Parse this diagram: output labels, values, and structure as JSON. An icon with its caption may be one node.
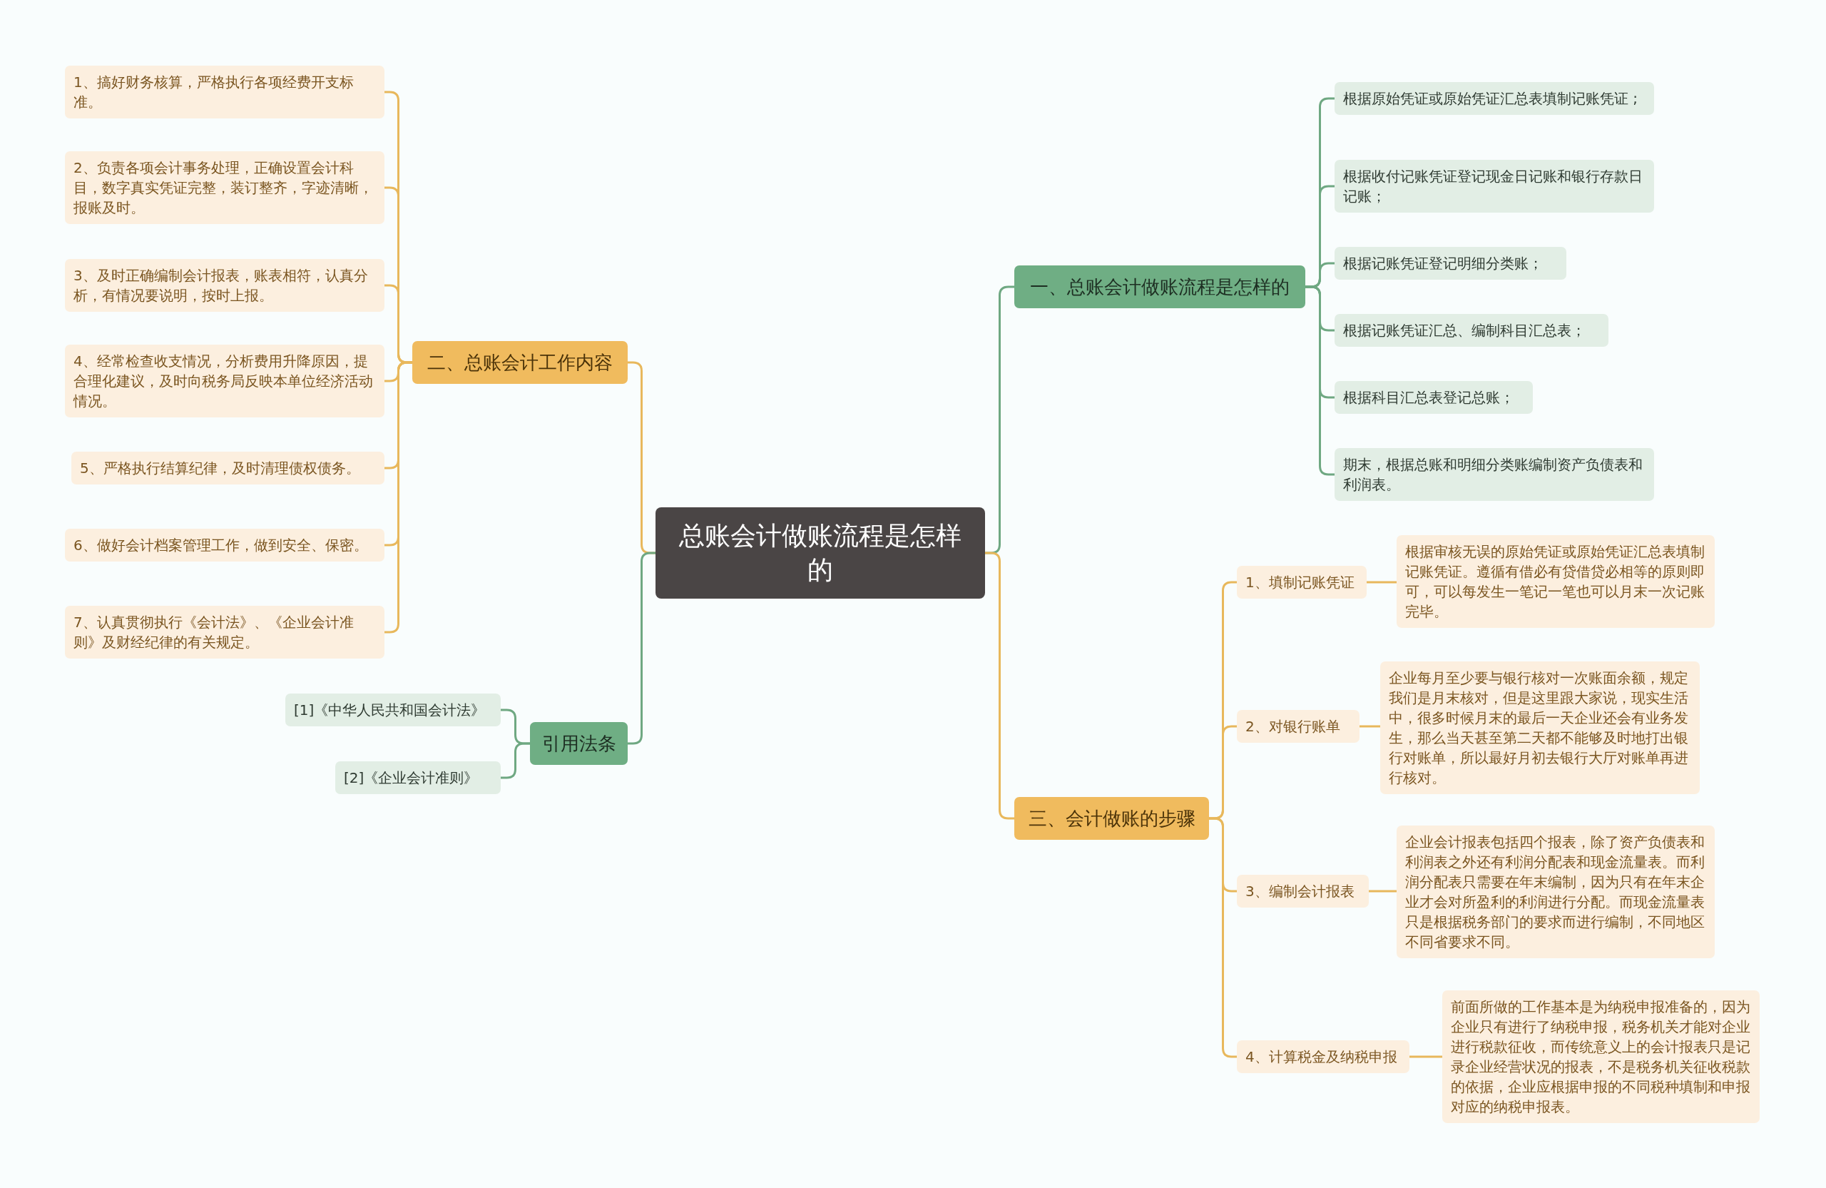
{
  "diagram": {
    "nodes": [
      {
        "text": [
          "总账会计做账流程是怎样的"
        ]
      },
      {
        "text": [
          "一、总账会计做账流程是怎样的"
        ]
      },
      {
        "text": [
          "根据原始凭证或原始凭证汇总表填制记账凭证 ;"
        ]
      },
      {
        "text": [
          "根据收付记账凭证登记现金日记账和银行存款日记账；"
        ]
      },
      {
        "text": [
          "根据记账凭证登记明细分类账；"
        ]
      },
      {
        "text": [
          "根据记账凭证汇总、编制科目汇总表；"
        ]
      },
      {
        "text": [
          "根据科目汇总表登记总账；"
        ]
      },
      {
        "text": [
          "期末，根据总账和明细分类账编制资产负债表和利润表。"
        ]
      },
      {
        "text": [
          "三、会计做账的步骤"
        ]
      },
      {
        "text": [
          "1、填制记账凭证"
        ]
      },
      {
        "text": [
          "根据审核无误的原始凭证或原始凭证汇总表填制记账凭证。遵循有借必有贷借贷必相等的原则即可，可以每发生一笔记一笔也可以月末一次记账完毕。"
        ]
      },
      {
        "text": [
          "2、对银行账单"
        ]
      },
      {
        "text": [
          "企业每月至少要与银行核对一次账面余额，规定我们是月末核对，但是这里跟大家说，现实生活中，很多时候月末的最后一天企业还会有业务发生，那么当天甚至第二天都不能够及时地打出银行对账单，所以最好月初去银行大厅对账单再进行核对。"
        ]
      },
      {
        "text": [
          "3、编制会计报表"
        ]
      },
      {
        "text": [
          "企业会计报表包括四个报表，除了资产负债表和利润表之外还有利润分配表和现金流量表。而利润分配表只需要在年末编制，因为只有在年末企业才会对所盈利的利润进行分配。而现金流量表只是根据税务部门的要求而进行编制，不同地区不同省要求不同。"
        ]
      },
      {
        "text": [
          "4、计算税金及纳税申报"
        ]
      },
      {
        "text": [
          "前面所做的工作基本是为纳税申报准备的，因为企业只有进行了纳税申报，税务机关才能对企业进行税款征收，而传统意义上的会计报表只是记录企业经营状况的报表，不是税务机关征收税款的依据，企业应根据申报的不同税种填制和申报对应的纳税申报表。"
        ]
      },
      {
        "text": [
          "二、总账会计工作内容"
        ]
      },
      {
        "text": [
          "1、搞好财务核算，严格执行各项经费开支标准。"
        ]
      },
      {
        "text": [
          "2、负责各项会计事务处理，正确设置会计科目，数字真实凭证完整，装订整齐，字迹清晰，报账及时。"
        ]
      },
      {
        "text": [
          "3、及时正确编制会计报表，账表相符，认真分析，有情况要说明，按时上报。"
        ]
      },
      {
        "text": [
          "4、经常检查收支情况，分析费用升降原因，提合理化建议，及时向税务局反映本单位经济活动情况。"
        ]
      },
      {
        "text": [
          "5、严格执行结算纪律，及时清理债权债务。"
        ]
      },
      {
        "text": [
          "6、做好会计档案管理工作，做到安全、保密。"
        ]
      },
      {
        "text": [
          "7、认真贯彻执行《会计法》、《企业会计准则》及财经纪律的有关规定。"
        ]
      },
      {
        "text": [
          "引用法条"
        ]
      },
      {
        "text": [
          "[1]《中华人民共和国会计法》"
        ]
      },
      {
        "text": [
          "[2]《企业会计准则》"
        ]
      }
    ],
    "edges": [
      {
        "from": 0,
        "to": 1,
        "arrow": "none",
        "color": "#6fa882"
      },
      {
        "from": 1,
        "to": 2,
        "arrow": "none",
        "color": "#6fa882"
      },
      {
        "from": 1,
        "to": 3,
        "arrow": "none",
        "color": "#6fa882"
      },
      {
        "from": 1,
        "to": 4,
        "arrow": "none",
        "color": "#6fa882"
      },
      {
        "from": 1,
        "to": 5,
        "arrow": "none",
        "color": "#6fa882"
      },
      {
        "from": 1,
        "to": 6,
        "arrow": "none",
        "color": "#6fa882"
      },
      {
        "from": 1,
        "to": 7,
        "arrow": "none",
        "color": "#6fa882"
      },
      {
        "from": 0,
        "to": 8,
        "arrow": "none"
      },
      {
        "from": 8,
        "to": 9,
        "arrow": "none"
      },
      {
        "from": 9,
        "to": 10,
        "arrow": "none"
      },
      {
        "from": 8,
        "to": 11,
        "arrow": "none"
      },
      {
        "from": 11,
        "to": 12,
        "arrow": "none"
      },
      {
        "from": 8,
        "to": 13,
        "arrow": "none"
      },
      {
        "from": 13,
        "to": 14,
        "arrow": "none"
      },
      {
        "from": 8,
        "to": 15,
        "arrow": "none"
      },
      {
        "from": 15,
        "to": 16,
        "arrow": "none"
      },
      {
        "from": 0,
        "to": 17,
        "arrow": "none"
      },
      {
        "from": 17,
        "to": 18,
        "arrow": "none"
      },
      {
        "from": 17,
        "to": 19,
        "arrow": "none"
      },
      {
        "from": 17,
        "to": 20,
        "arrow": "none"
      },
      {
        "from": 17,
        "to": 21,
        "arrow": "none"
      },
      {
        "from": 17,
        "to": 22,
        "arrow": "none"
      },
      {
        "from": 17,
        "to": 23,
        "arrow": "none"
      },
      {
        "from": 17,
        "to": 24,
        "arrow": "none"
      },
      {
        "from": 0,
        "to": 25,
        "arrow": "none",
        "color": "#6fa882"
      },
      {
        "from": 25,
        "to": 26,
        "arrow": "none",
        "color": "#6fa882"
      },
      {
        "from": 25,
        "to": 27,
        "arrow": "none",
        "color": "#6fa882"
      }
    ]
  }
}
